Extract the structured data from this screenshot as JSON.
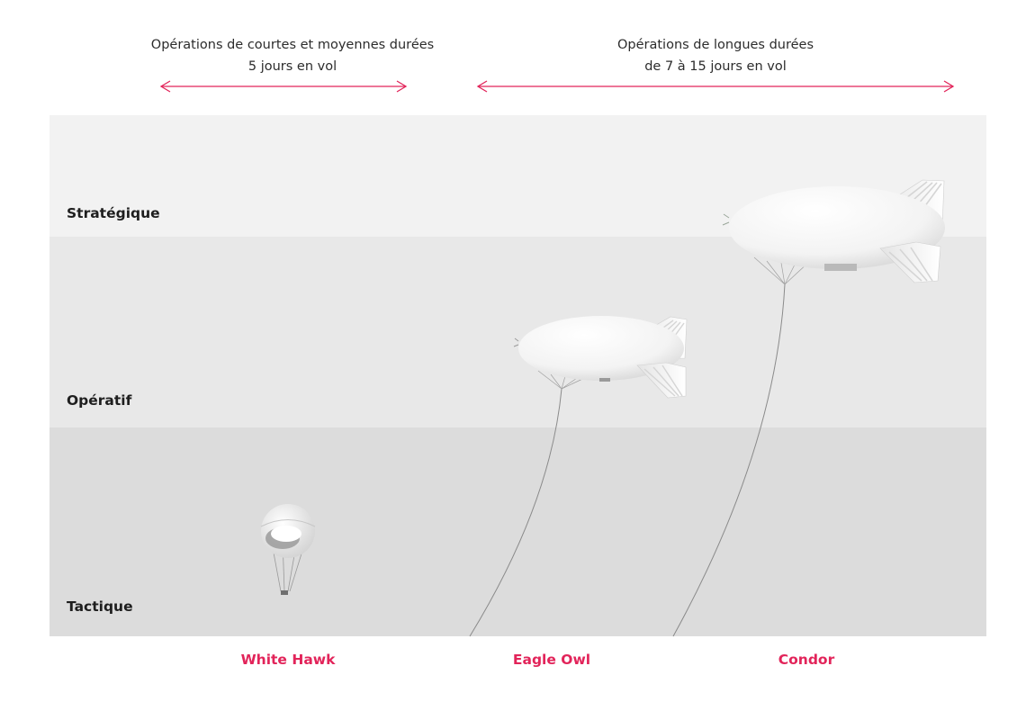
{
  "durations": {
    "short": {
      "line1": "Opérations de courtes et moyennes durées",
      "line2": "5 jours en vol"
    },
    "long": {
      "line1": "Opérations de longues durées",
      "line2": "de 7 à 15 jours en vol"
    }
  },
  "levels": {
    "strategic": "Stratégique",
    "operative": "Opératif",
    "tactical": "Tactique"
  },
  "aerostats": [
    "White Hawk",
    "Eagle Owl",
    "Condor"
  ],
  "colors": {
    "accent": "#e2245a",
    "band_strategic": "#f2f2f2",
    "band_operative": "#e8e8e8",
    "band_tactical": "#dcdcdc"
  },
  "icons": {
    "balloon": "spherical-tethered-balloon",
    "blimp_medium": "tethered-blimp-medium",
    "blimp_large": "tethered-blimp-large"
  }
}
